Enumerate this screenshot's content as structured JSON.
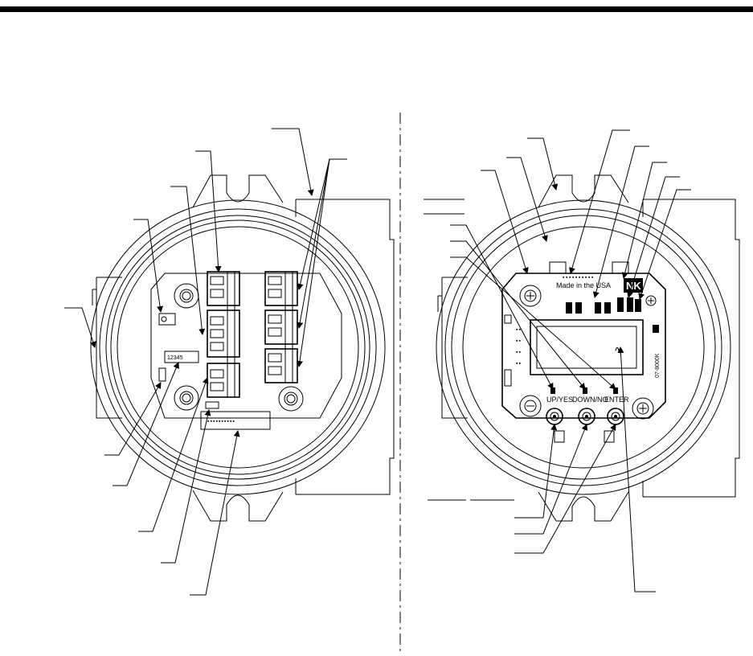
{
  "header": {
    "rule_color": "#000000"
  },
  "left_view": {
    "connector_pins": "12345"
  },
  "right_view": {
    "board_text": "Made in the USA",
    "board_code": "NK",
    "part_number": "07-8000K",
    "button_labels": [
      "UP/YES",
      "DOWN/NO",
      "ENTER"
    ]
  }
}
